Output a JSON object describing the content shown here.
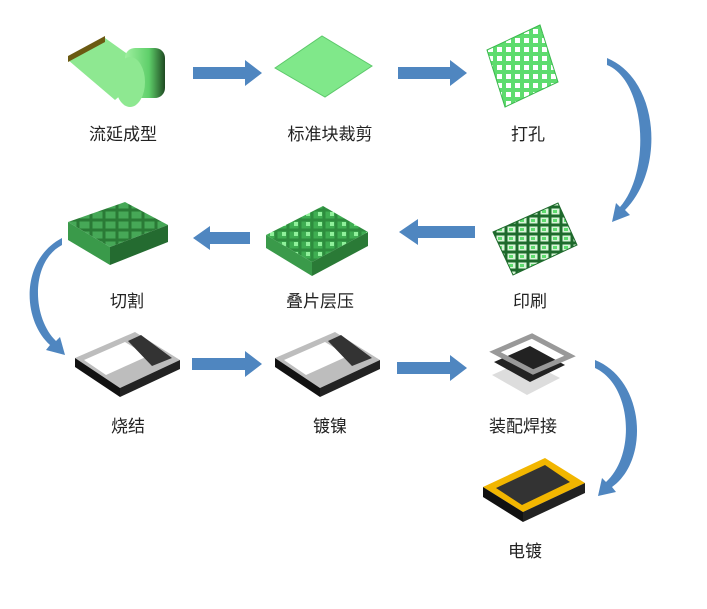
{
  "steps": [
    {
      "label": "流延成型"
    },
    {
      "label": "标准块裁剪"
    },
    {
      "label": "打孔"
    },
    {
      "label": "印刷"
    },
    {
      "label": "叠片层压"
    },
    {
      "label": "切割"
    },
    {
      "label": "烧结"
    },
    {
      "label": "镀镍"
    },
    {
      "label": "装配焊接"
    },
    {
      "label": "电镀"
    }
  ],
  "colors": {
    "arrow": "#4f86c0",
    "green": "#7ee58a",
    "darkgreen": "#2f9a45",
    "gold": "#f2b600"
  }
}
